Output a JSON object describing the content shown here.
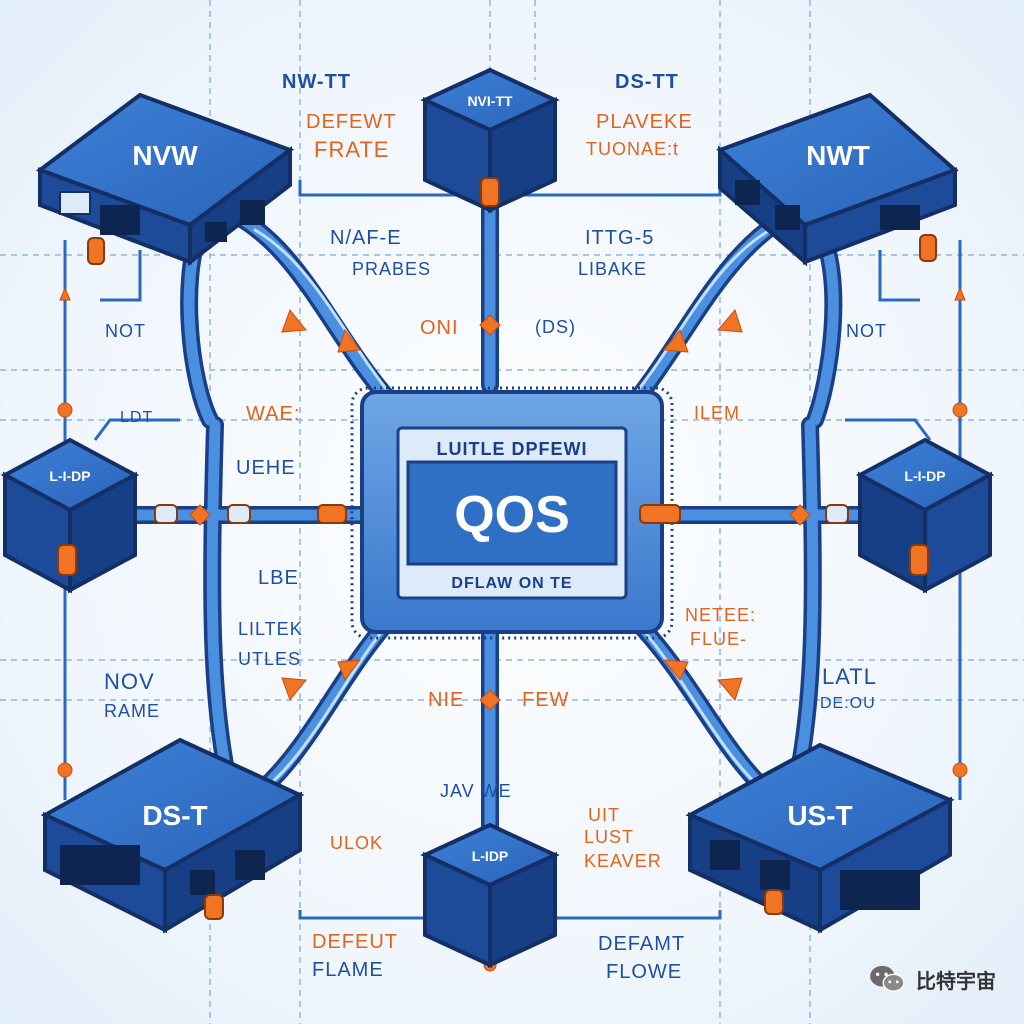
{
  "qos_chip": {
    "top_text": "LUITLE DPFEWI",
    "main_text": "QOS",
    "bottom_text": "DFLAW ON TE"
  },
  "devices": {
    "top_left": "NVW",
    "top_right": "NWT",
    "bottom_left": "DS-T",
    "bottom_right": "US-T",
    "top_center": "NVI-TT",
    "left_mid": "L-I-DP",
    "right_mid": "L-I-DP",
    "bottom_center": "L-IDP"
  },
  "labels": {
    "nw_tt": "NW-TT",
    "ds_tt": "DS-TT",
    "defewt": "DEFEWT",
    "frate": "FRATE",
    "plaveke": "PLAVEKE",
    "tuonae": "TUONAE:t",
    "nafe": "N/AF-E",
    "prabes": "PRABES",
    "itg5": "ITTG-5",
    "libake": "LIBAKE",
    "oni": "ONI",
    "ds_sym": "(DS)",
    "wae": "WAE:",
    "uehe": "UEHE",
    "ilem": "ILEM",
    "ldt": "LDT",
    "not_left": "NOT",
    "not_right": "NOT",
    "lbe": "LBE",
    "neteef": "NETEE:",
    "flue": "FLUE-",
    "liltek": "LILTEK",
    "utles": "UTLES",
    "nov": "NOV",
    "rame": "RAME",
    "latl": "LATL",
    "deou": "DE:OU",
    "nie": "NIE",
    "few": "FEW",
    "jav_we": "JAV  WE",
    "ulok": "ULOK",
    "uit": "UIT",
    "lust": "LUST",
    "keaver": "KEAVER",
    "defeut": "DEFEUT",
    "flame": "FLAME",
    "defamt": "DEFAMT",
    "flowe": "FLOWE"
  },
  "watermark": {
    "text": "比特宇宙",
    "icon": "wechat-icon"
  },
  "colors": {
    "device_blue": "#2f6fc4",
    "device_dark": "#1a3f86",
    "chip_blue": "#3f82d6",
    "line_blue": "#2a69c2",
    "accent_orange": "#f07423",
    "text_blue": "#1f4fa0",
    "text_orange": "#e2641c",
    "grid_blue": "#8fb6e4"
  }
}
